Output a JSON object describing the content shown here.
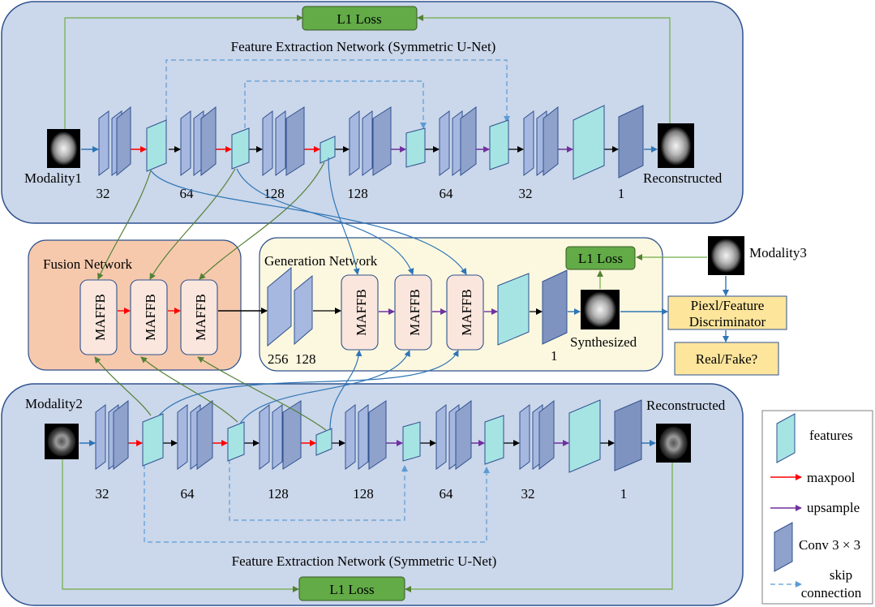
{
  "top": {
    "title": "Feature Extraction Network (Symmetric U-Net)",
    "loss_label": "L1 Loss",
    "input_label": "Modality1",
    "output_label": "Reconstructed",
    "channels": [
      "32",
      "64",
      "128",
      "128",
      "64",
      "32",
      "1"
    ]
  },
  "bottom": {
    "title": "Feature Extraction Network (Symmetric U-Net)",
    "loss_label": "L1 Loss",
    "input_label": "Modality2",
    "output_label": "Reconstructed",
    "channels": [
      "32",
      "64",
      "128",
      "128",
      "64",
      "32",
      "1"
    ]
  },
  "fusion": {
    "title": "Fusion Network",
    "blocks": [
      "MAFFB",
      "MAFFB",
      "MAFFB"
    ]
  },
  "generation": {
    "title": "Generation Network",
    "channels": [
      "256",
      "128",
      "1"
    ],
    "blocks": [
      "MAFFB",
      "MAFFB",
      "MAFFB"
    ],
    "output_label": "Synthesized",
    "loss_label": "L1 Loss"
  },
  "discriminator": {
    "label_line1": "Piexl/Feature",
    "label_line2": "Discriminator",
    "output_label": "Real/Fake?",
    "target_label": "Modality3"
  },
  "legend": {
    "features": "features",
    "maxpool": "maxpool",
    "upsample": "upsample",
    "conv": "Conv 3 × 3",
    "skip_line1": "skip",
    "skip_line2": "connection"
  },
  "colors": {
    "panel_blue": "#cbd7ea",
    "fusion_orange": "#f6c9ad",
    "generation_cream": "#fcf8df",
    "block_fill": "#fae6dc",
    "loss_green": "#62ab47",
    "disc_yellow": "#fde59c",
    "feature_cyan": "#a6e4e4",
    "conv_blue": "#a7b8e0",
    "maxpool_red": "#ff0000",
    "upsample_purple": "#7030a0",
    "blue_line": "#2e75b6",
    "green_line": "#538135"
  }
}
